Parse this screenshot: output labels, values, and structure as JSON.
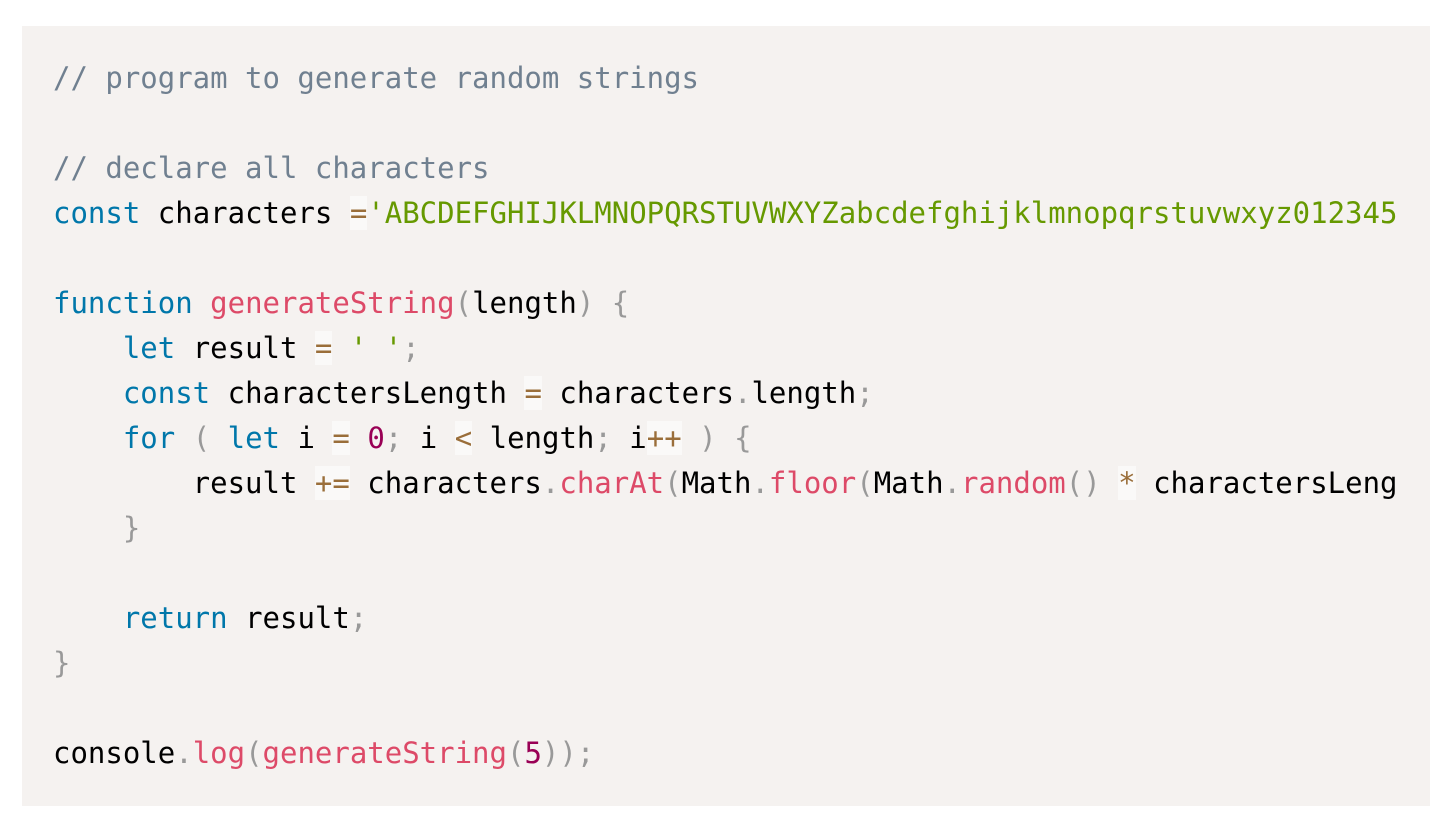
{
  "code": {
    "language": "javascript",
    "lines": [
      [
        {
          "t": "comment",
          "v": "// program to generate random strings"
        }
      ],
      [],
      [
        {
          "t": "comment",
          "v": "// declare all characters"
        }
      ],
      [
        {
          "t": "keyword",
          "v": "const"
        },
        {
          "t": "plain",
          "v": " characters "
        },
        {
          "t": "operator",
          "v": "="
        },
        {
          "t": "string",
          "v": "'ABCDEFGHIJKLMNOPQRSTUVWXYZabcdefghijklmnopqrstuvwxyz012345"
        }
      ],
      [],
      [
        {
          "t": "keyword",
          "v": "function"
        },
        {
          "t": "plain",
          "v": " "
        },
        {
          "t": "function",
          "v": "generateString"
        },
        {
          "t": "punctuation",
          "v": "("
        },
        {
          "t": "plain",
          "v": "length"
        },
        {
          "t": "punctuation",
          "v": ")"
        },
        {
          "t": "plain",
          "v": " "
        },
        {
          "t": "punctuation",
          "v": "{"
        }
      ],
      [
        {
          "t": "plain",
          "v": "    "
        },
        {
          "t": "keyword",
          "v": "let"
        },
        {
          "t": "plain",
          "v": " result "
        },
        {
          "t": "operator",
          "v": "="
        },
        {
          "t": "plain",
          "v": " "
        },
        {
          "t": "string",
          "v": "' '"
        },
        {
          "t": "punctuation",
          "v": ";"
        }
      ],
      [
        {
          "t": "plain",
          "v": "    "
        },
        {
          "t": "keyword",
          "v": "const"
        },
        {
          "t": "plain",
          "v": " charactersLength "
        },
        {
          "t": "operator",
          "v": "="
        },
        {
          "t": "plain",
          "v": " characters"
        },
        {
          "t": "punctuation",
          "v": "."
        },
        {
          "t": "plain",
          "v": "length"
        },
        {
          "t": "punctuation",
          "v": ";"
        }
      ],
      [
        {
          "t": "plain",
          "v": "    "
        },
        {
          "t": "keyword",
          "v": "for"
        },
        {
          "t": "plain",
          "v": " "
        },
        {
          "t": "punctuation",
          "v": "("
        },
        {
          "t": "plain",
          "v": " "
        },
        {
          "t": "keyword",
          "v": "let"
        },
        {
          "t": "plain",
          "v": " i "
        },
        {
          "t": "operator",
          "v": "="
        },
        {
          "t": "plain",
          "v": " "
        },
        {
          "t": "number",
          "v": "0"
        },
        {
          "t": "punctuation",
          "v": ";"
        },
        {
          "t": "plain",
          "v": " i "
        },
        {
          "t": "operator",
          "v": "<"
        },
        {
          "t": "plain",
          "v": " length"
        },
        {
          "t": "punctuation",
          "v": ";"
        },
        {
          "t": "plain",
          "v": " i"
        },
        {
          "t": "operator",
          "v": "++"
        },
        {
          "t": "plain",
          "v": " "
        },
        {
          "t": "punctuation",
          "v": ")"
        },
        {
          "t": "plain",
          "v": " "
        },
        {
          "t": "punctuation",
          "v": "{"
        }
      ],
      [
        {
          "t": "plain",
          "v": "        result "
        },
        {
          "t": "operator",
          "v": "+="
        },
        {
          "t": "plain",
          "v": " characters"
        },
        {
          "t": "punctuation",
          "v": "."
        },
        {
          "t": "function",
          "v": "charAt"
        },
        {
          "t": "punctuation",
          "v": "("
        },
        {
          "t": "plain",
          "v": "Math"
        },
        {
          "t": "punctuation",
          "v": "."
        },
        {
          "t": "function",
          "v": "floor"
        },
        {
          "t": "punctuation",
          "v": "("
        },
        {
          "t": "plain",
          "v": "Math"
        },
        {
          "t": "punctuation",
          "v": "."
        },
        {
          "t": "function",
          "v": "random"
        },
        {
          "t": "punctuation",
          "v": "()"
        },
        {
          "t": "plain",
          "v": " "
        },
        {
          "t": "operator",
          "v": "*"
        },
        {
          "t": "plain",
          "v": " charactersLeng"
        }
      ],
      [
        {
          "t": "plain",
          "v": "    "
        },
        {
          "t": "punctuation",
          "v": "}"
        }
      ],
      [],
      [
        {
          "t": "plain",
          "v": "    "
        },
        {
          "t": "keyword",
          "v": "return"
        },
        {
          "t": "plain",
          "v": " result"
        },
        {
          "t": "punctuation",
          "v": ";"
        }
      ],
      [
        {
          "t": "punctuation",
          "v": "}"
        }
      ],
      [],
      [
        {
          "t": "plain",
          "v": "console"
        },
        {
          "t": "punctuation",
          "v": "."
        },
        {
          "t": "function",
          "v": "log"
        },
        {
          "t": "punctuation",
          "v": "("
        },
        {
          "t": "function",
          "v": "generateString"
        },
        {
          "t": "punctuation",
          "v": "("
        },
        {
          "t": "number",
          "v": "5"
        },
        {
          "t": "punctuation",
          "v": "));"
        }
      ]
    ]
  },
  "colors": {
    "background": "#f5f2f0",
    "comment": "#708090",
    "keyword": "#0077aa",
    "function": "#dd4a68",
    "string": "#669900",
    "number": "#990055",
    "operator": "#9a6e3a",
    "punctuation": "#999999",
    "plain": "#000000"
  }
}
